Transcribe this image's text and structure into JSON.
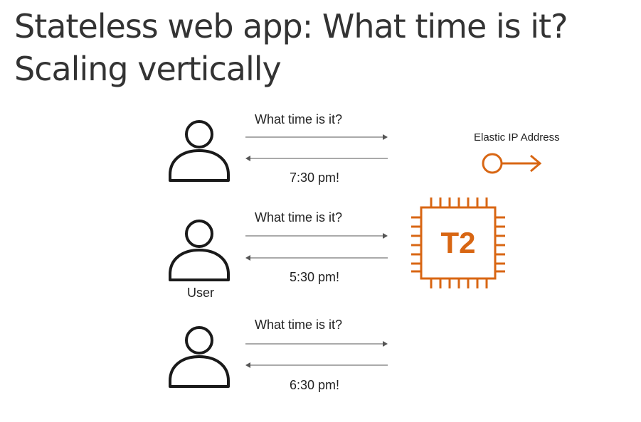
{
  "title": {
    "line1": "Stateless web app: What time is it?",
    "line2": "Scaling vertically"
  },
  "requests": [
    {
      "question": "What time is it?",
      "answer": "7:30 pm!"
    },
    {
      "question": "What time is it?",
      "answer": "5:30 pm!"
    },
    {
      "question": "What time is it?",
      "answer": "6:30 pm!"
    }
  ],
  "user_label": "User",
  "elastic_ip": {
    "label": "Elastic IP Address",
    "icon": "elastic-ip-icon"
  },
  "instance": {
    "label": "T2",
    "icon": "ec2-instance-chip-icon"
  },
  "colors": {
    "accent": "#d86613",
    "text": "#222222",
    "arrow": "#555555",
    "title": "#333333"
  }
}
